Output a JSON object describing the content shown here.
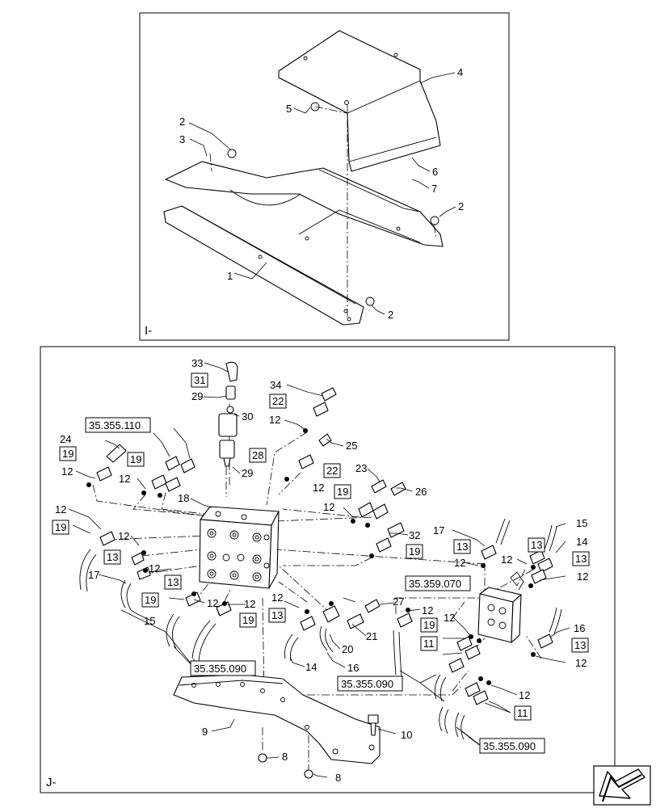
{
  "panel_i": {
    "label": "I-",
    "callouts": {
      "c1": "1",
      "c2a": "2",
      "c2b": "2",
      "c2c": "2",
      "c3": "3",
      "c4": "4",
      "c5": "5",
      "c6": "6",
      "c7": "7"
    }
  },
  "panel_j": {
    "label": "J-",
    "callouts": {
      "c33": "33",
      "c29a": "29",
      "c30": "30",
      "c29b": "29",
      "c34": "34",
      "c12a": "12",
      "c25": "25",
      "c24": "24",
      "c12b": "12",
      "c12c": "12",
      "c18": "18",
      "c23": "23",
      "c26": "26",
      "c12d": "12",
      "c12e": "12",
      "c12f": "12",
      "c32": "32",
      "c12g": "12",
      "c12h": "12",
      "c17a": "17",
      "c12i": "12",
      "c15a": "15",
      "c12j": "12",
      "c14a": "14",
      "c12k": "12",
      "c17b": "17",
      "c15b": "15",
      "c12l": "12",
      "c12m": "12",
      "c12n": "12",
      "c27": "27",
      "c12o": "12",
      "c21": "21",
      "c20": "20",
      "c14b": "14",
      "c16a": "16",
      "c12p": "12",
      "c16b": "16",
      "c12q": "12",
      "c12r": "12",
      "c9": "9",
      "c10": "10",
      "c8a": "8",
      "c8b": "8"
    },
    "boxed": {
      "b31": "31",
      "b22a": "22",
      "b28": "28",
      "b19a": "19",
      "b19b": "19",
      "b22b": "22",
      "b19c": "19",
      "b19d": "19",
      "b13a": "13",
      "b13b": "13",
      "b19e": "19",
      "b13c": "13",
      "b13d": "13",
      "b19f": "19",
      "b19g": "19",
      "b13e": "13",
      "b19h": "19",
      "b11a": "11",
      "b11b": "11",
      "b13f": "13"
    },
    "references": {
      "r1": "35.355.110",
      "r2": "35.359.070",
      "r3": "35.355.090",
      "r4": "35.355.090",
      "r5": "35.355.090"
    }
  },
  "nav_icon": "next-page-arrow-icon"
}
